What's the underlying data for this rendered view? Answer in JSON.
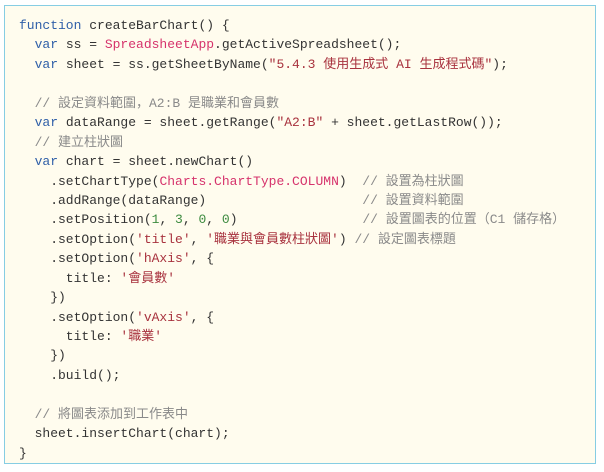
{
  "colors": {
    "keyword": "#2f5fa8",
    "class": "#d6336c",
    "string": "#a8323e",
    "number": "#3b8a3e",
    "comment": "#8a8a8a",
    "text": "#333333",
    "background": "#fffcee",
    "border": "#86cde3"
  },
  "code_lines": [
    [
      {
        "t": "function",
        "c": "kw"
      },
      {
        "t": " createBarChart() {",
        "c": "tx"
      }
    ],
    [
      {
        "t": "  ",
        "c": "tx"
      },
      {
        "t": "var",
        "c": "kw"
      },
      {
        "t": " ss = ",
        "c": "tx"
      },
      {
        "t": "SpreadsheetApp",
        "c": "cls"
      },
      {
        "t": ".getActiveSpreadsheet();",
        "c": "tx"
      }
    ],
    [
      {
        "t": "  ",
        "c": "tx"
      },
      {
        "t": "var",
        "c": "kw"
      },
      {
        "t": " sheet = ss.getSheetByName(",
        "c": "tx"
      },
      {
        "t": "\"5.4.3 使用生成式 AI 生成程式碼\"",
        "c": "str"
      },
      {
        "t": ");",
        "c": "tx"
      }
    ],
    [],
    [
      {
        "t": "  // 設定資料範圍，A2:B 是職業和會員數",
        "c": "cm"
      }
    ],
    [
      {
        "t": "  ",
        "c": "tx"
      },
      {
        "t": "var",
        "c": "kw"
      },
      {
        "t": " dataRange = sheet.getRange(",
        "c": "tx"
      },
      {
        "t": "\"A2:B\"",
        "c": "str"
      },
      {
        "t": " + sheet.getLastRow());",
        "c": "tx"
      }
    ],
    [
      {
        "t": "  // 建立柱狀圖",
        "c": "cm"
      }
    ],
    [
      {
        "t": "  ",
        "c": "tx"
      },
      {
        "t": "var",
        "c": "kw"
      },
      {
        "t": " chart = sheet.newChart()",
        "c": "tx"
      }
    ],
    [
      {
        "t": "    .setChartType(",
        "c": "tx"
      },
      {
        "t": "Charts.ChartType.COLUMN",
        "c": "cls"
      },
      {
        "t": ")  ",
        "c": "tx"
      },
      {
        "t": "// 設置為柱狀圖",
        "c": "cm"
      }
    ],
    [
      {
        "t": "    .addRange(dataRange)                    ",
        "c": "tx"
      },
      {
        "t": "// 設置資料範圍",
        "c": "cm"
      }
    ],
    [
      {
        "t": "    .setPosition(",
        "c": "tx"
      },
      {
        "t": "1",
        "c": "num"
      },
      {
        "t": ", ",
        "c": "tx"
      },
      {
        "t": "3",
        "c": "num"
      },
      {
        "t": ", ",
        "c": "tx"
      },
      {
        "t": "0",
        "c": "num"
      },
      {
        "t": ", ",
        "c": "tx"
      },
      {
        "t": "0",
        "c": "num"
      },
      {
        "t": ")                ",
        "c": "tx"
      },
      {
        "t": "// 設置圖表的位置（C1 儲存格）",
        "c": "cm"
      }
    ],
    [
      {
        "t": "    .setOption(",
        "c": "tx"
      },
      {
        "t": "'title'",
        "c": "str"
      },
      {
        "t": ", ",
        "c": "tx"
      },
      {
        "t": "'職業與會員數柱狀圖'",
        "c": "str"
      },
      {
        "t": ") ",
        "c": "tx"
      },
      {
        "t": "// 設定圖表標題",
        "c": "cm"
      }
    ],
    [
      {
        "t": "    .setOption(",
        "c": "tx"
      },
      {
        "t": "'hAxis'",
        "c": "str"
      },
      {
        "t": ", {",
        "c": "tx"
      }
    ],
    [
      {
        "t": "      title: ",
        "c": "tx"
      },
      {
        "t": "'會員數'",
        "c": "str"
      }
    ],
    [
      {
        "t": "    })",
        "c": "tx"
      }
    ],
    [
      {
        "t": "    .setOption(",
        "c": "tx"
      },
      {
        "t": "'vAxis'",
        "c": "str"
      },
      {
        "t": ", {",
        "c": "tx"
      }
    ],
    [
      {
        "t": "      title: ",
        "c": "tx"
      },
      {
        "t": "'職業'",
        "c": "str"
      }
    ],
    [
      {
        "t": "    })",
        "c": "tx"
      }
    ],
    [
      {
        "t": "    .build();",
        "c": "tx"
      }
    ],
    [],
    [
      {
        "t": "  // 將圖表添加到工作表中",
        "c": "cm"
      }
    ],
    [
      {
        "t": "  sheet.insertChart(chart);",
        "c": "tx"
      }
    ],
    [
      {
        "t": "}",
        "c": "tx"
      }
    ]
  ]
}
